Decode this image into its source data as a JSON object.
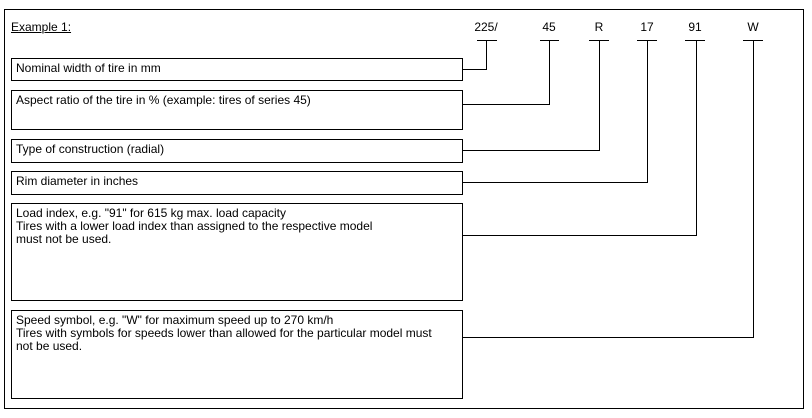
{
  "title": "Example 1:",
  "codes": [
    {
      "id": "width",
      "text": "225/"
    },
    {
      "id": "aspect",
      "text": "45"
    },
    {
      "id": "construction",
      "text": "R"
    },
    {
      "id": "rim",
      "text": "17"
    },
    {
      "id": "load",
      "text": "91"
    },
    {
      "id": "speed",
      "text": "W"
    }
  ],
  "boxes": [
    {
      "id": "width",
      "lines": [
        "Nominal width of tire in mm"
      ]
    },
    {
      "id": "aspect",
      "lines": [
        "Aspect ratio of the tire in % (example: tires of series 45)"
      ]
    },
    {
      "id": "construction",
      "lines": [
        "Type of construction (radial)"
      ]
    },
    {
      "id": "rim",
      "lines": [
        "Rim diameter in inches"
      ]
    },
    {
      "id": "load",
      "lines": [
        "Load index, e.g. \"91\" for 615 kg max. load capacity",
        "Tires with a lower load index than assigned to the respective model",
        "must not be used."
      ]
    },
    {
      "id": "speed",
      "lines": [
        "Speed symbol, e.g. \"W\" for maximum speed up to 270 km/h",
        "Tires with symbols for speeds lower than allowed for the particular model must",
        "not be used."
      ]
    }
  ]
}
